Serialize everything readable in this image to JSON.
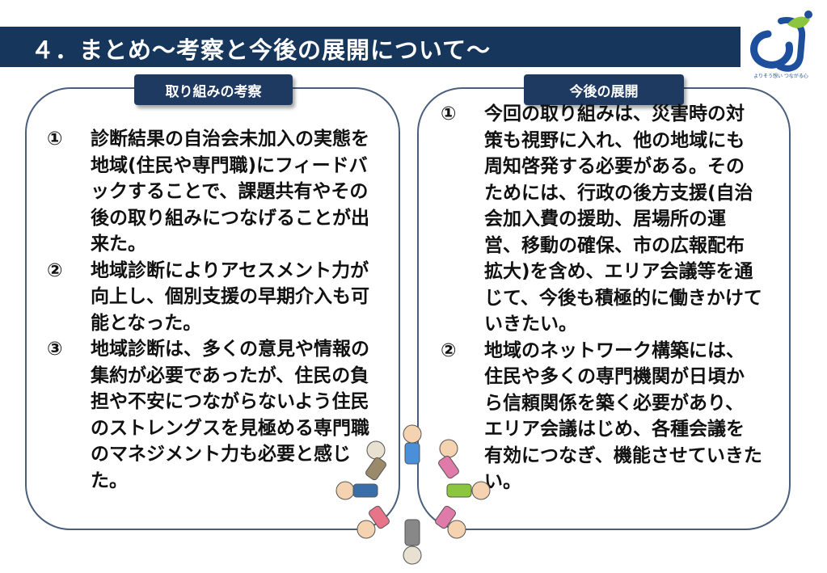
{
  "header": {
    "title": "４．まとめ～考察と今後の展開について～"
  },
  "logo": {
    "tagline": "よりそう想い つながる心"
  },
  "left_panel": {
    "tab_label": "取り組みの考察",
    "items": [
      {
        "number": "①",
        "text": "診断結果の自治会未加入の実態を地域(住民や専門職)にフィードバックすることで、課題共有やその後の取り組みにつなげることが出来た。"
      },
      {
        "number": "②",
        "text": "地域診断によりアセスメント力が向上し、個別支援の早期介入も可能となった。"
      },
      {
        "number": "③",
        "text": "地域診断は、多くの意見や情報の集約が必要であったが、住民の負担や不安につながらないよう住民のストレングスを見極める専門職のマネジメント力も必要と感じた。"
      }
    ]
  },
  "right_panel": {
    "tab_label": "今後の展開",
    "items": [
      {
        "number": "①",
        "text": "今回の取り組みは、災害時の対策も視野に入れ、他の地域にも周知啓発する必要がある。そのためには、行政の後方支援(自治会加入費の援助、居場所の運営、移動の確保、市の広報配布拡大)を含め、エリア会議等を通じて、今後も積極的に働きかけていきたい。"
      },
      {
        "number": "②",
        "text": "地域のネットワーク構築には、住民や多くの専門機関が日頃から信頼関係を築く必要があり、エリア会議はじめ、各種会議を有効につなぎ、機能させていきたい。"
      }
    ]
  },
  "colors": {
    "title_bar": "#16365c",
    "tab": "#1f3a60",
    "panel_border": "#4a5f7c",
    "logo_blue": "#1d4f9c",
    "logo_green": "#8cc63f"
  },
  "icons": {
    "logo": "oj-logo-icon",
    "illustration": "people-circle-icon"
  }
}
